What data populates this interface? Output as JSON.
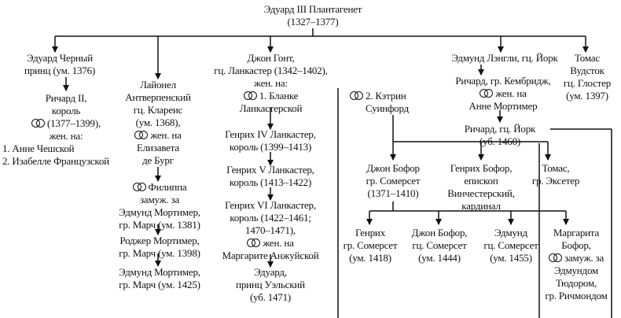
{
  "root": {
    "name": "Эдуард III Плантагенет",
    "years": "(1327–1377)"
  },
  "edward_black_prince": {
    "lines": [
      "Эдуард Черный",
      "принц (ум. 1376)"
    ]
  },
  "richard_ii": {
    "lines": [
      "Ричард II,",
      "король",
      "(1377–1399),",
      "жен. на:"
    ],
    "wives": [
      "1. Анне Чешской",
      "2. Изабелле Французской"
    ]
  },
  "lionel": {
    "lines": [
      "Лайонел",
      "Антверпенский",
      "гц. Клареис",
      "(ум. 1368),",
      "жен. на",
      "Елизавета",
      "де Бург"
    ]
  },
  "philippa": {
    "lines": [
      "Филиппа",
      "замуж. за",
      "Эдмунд Мортимер,",
      "гр. Марч (ум. 1381)"
    ]
  },
  "roger_mortimer": {
    "lines": [
      "Роджер Мортимер,",
      "гр. Марч (ум. 1398)"
    ]
  },
  "edmund_mortimer": {
    "lines": [
      "Эдмунд Мортимер,",
      "гр. Марч (ум. 1425)"
    ]
  },
  "john_gaunt": {
    "lines": [
      "Джон Гонт,",
      "гц. Ланкастер (1342–1402),",
      "жен. на:",
      "1. Бланке",
      "Ланкастерской"
    ]
  },
  "henry_iv": {
    "lines": [
      "Генрих IV Ланкастер,",
      "король (1399–1413)"
    ]
  },
  "henry_v": {
    "lines": [
      "Генрих V Ланкастер,",
      "король (1413–1422)"
    ]
  },
  "henry_vi": {
    "lines": [
      "Генрих VI Ланкастер,",
      "король (1422–1461;",
      "1470–1471),",
      "жен. на",
      "Маргарите Анжуйской"
    ]
  },
  "edward_prince_wales": {
    "lines": [
      "Эдуард,",
      "принц Уэльский",
      "(уб. 1471)"
    ]
  },
  "katherine_swynford": {
    "lines": [
      "2. Кэтрин",
      "Суинфорд"
    ]
  },
  "john_beaufort_1": {
    "lines": [
      "Джон Бофор",
      "гр. Сомерсет",
      "(1371–1410)"
    ]
  },
  "henry_beaufort": {
    "lines": [
      "Генрих Бофор,",
      "епископ",
      "Винчестерский,",
      "кардинал"
    ]
  },
  "thomas_exeter": {
    "lines": [
      "Томас,",
      "гр. Эксетер"
    ]
  },
  "henry_somerset": {
    "lines": [
      "Генрих",
      "гр. Сомерсет",
      "(ум. 1418)"
    ]
  },
  "john_beaufort_2": {
    "lines": [
      "Джон Бофор,",
      "гц. Сомерсет",
      "(ум. 1444)"
    ]
  },
  "edmund_somerset": {
    "lines": [
      "Эдмунд",
      "гц. Сомерсет",
      "(ум. 1455)"
    ]
  },
  "margaret_beaufort": {
    "lines": [
      "Маргарита",
      "Бофор,",
      "замуж. за",
      "Эдмундом",
      "Тюдором,",
      "гр. Ричмондом"
    ]
  },
  "edmund_langley": {
    "lines": [
      "Эдмунд Лэнгли, гц. Йорк"
    ]
  },
  "richard_cambridge": {
    "lines": [
      "Ричард, гр. Кембридж,",
      "жен. на",
      "Анне Мортимер"
    ]
  },
  "richard_york": {
    "lines": [
      "Ричард, гц. Йорк",
      "(уб. 1460)"
    ]
  },
  "thomas_woodstock": {
    "lines": [
      "Томас",
      "Вудсток",
      "гц. Глостер",
      "(ум. 1397)"
    ]
  }
}
